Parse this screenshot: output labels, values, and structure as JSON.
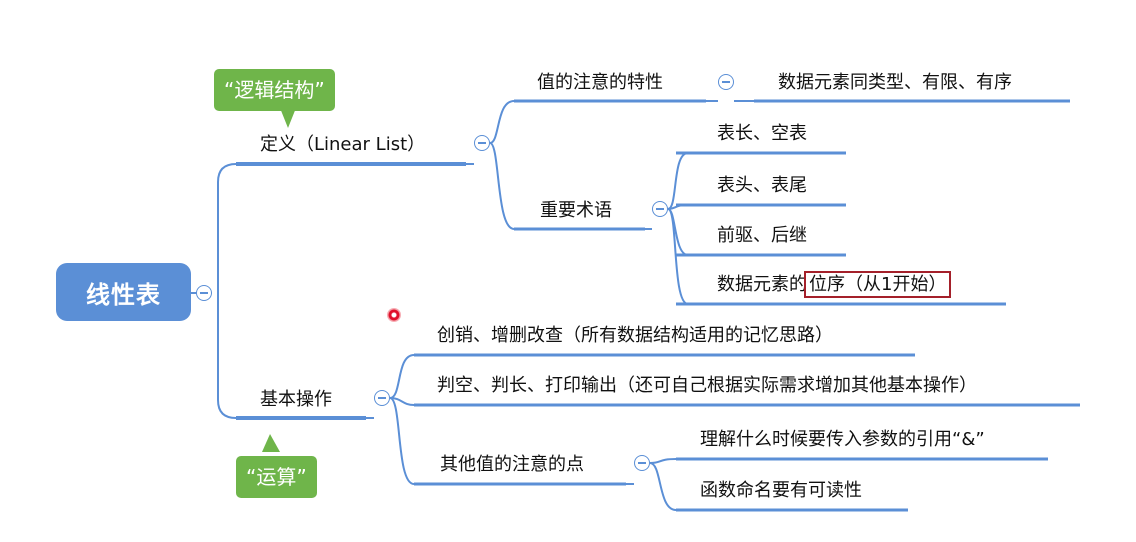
{
  "root": {
    "label": "线性表"
  },
  "notes": {
    "logic": "“逻辑结构”",
    "operation": "“运算”"
  },
  "definition": {
    "label": "定义（Linear List）",
    "attention": {
      "label": "值的注意的特性",
      "detail": "数据元素同类型、有限、有序"
    },
    "terms": {
      "label": "重要术语",
      "items": [
        "表长、空表",
        "表头、表尾",
        "前驱、后继"
      ],
      "position_prefix": "数据元素的",
      "position_highlight": "位序（从1开始）"
    }
  },
  "basic_ops": {
    "label": "基本操作",
    "items": [
      "创销、增删改查（所有数据结构适用的记忆思路）",
      "判空、判长、打印输出（还可自己根据实际需求增加其他基本操作）"
    ],
    "other": {
      "label": "其他值的注意的点",
      "items": [
        "理解什么时候要传入参数的引用“&”",
        "函数命名要有可读性"
      ]
    }
  },
  "colors": {
    "branch": "#5b8fd6",
    "root_fill": "#5b8fd6",
    "note_fill": "#6fb54a",
    "highlight_border": "#a4202a"
  }
}
